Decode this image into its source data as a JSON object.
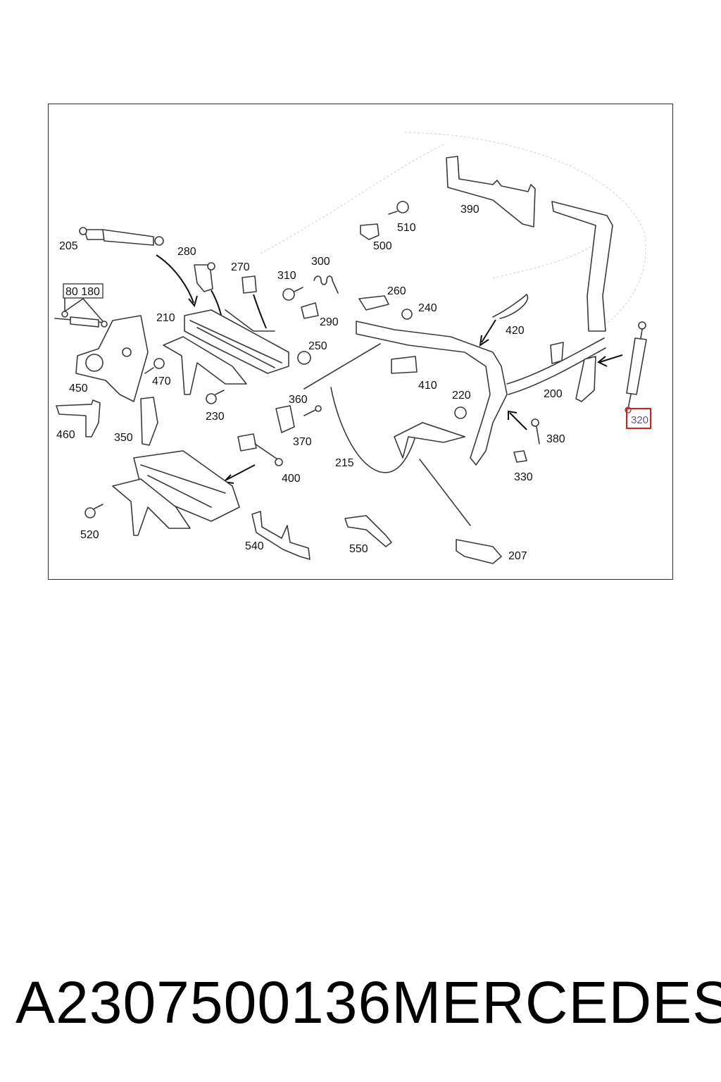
{
  "diagram": {
    "labels": {
      "205": "205",
      "280": "280",
      "270": "270",
      "310": "310",
      "300": "300",
      "290": "290",
      "250": "250",
      "210": "210",
      "470": "470",
      "450": "450",
      "460": "460",
      "350": "350",
      "230": "230",
      "360": "360",
      "370": "370",
      "400": "400",
      "520": "520",
      "540": "540",
      "550": "550",
      "207": "207",
      "215": "215",
      "220": "220",
      "330": "330",
      "380": "380",
      "410": "410",
      "420": "420",
      "240": "240",
      "260": "260",
      "500": "500",
      "510": "510",
      "390": "390",
      "200": "200",
      "80_180": "80 180"
    },
    "highlighted_part": "320",
    "highlight_color": "#d21f1f"
  },
  "caption": {
    "part_number": "A2307500136",
    "brand": "MERCEDES"
  }
}
